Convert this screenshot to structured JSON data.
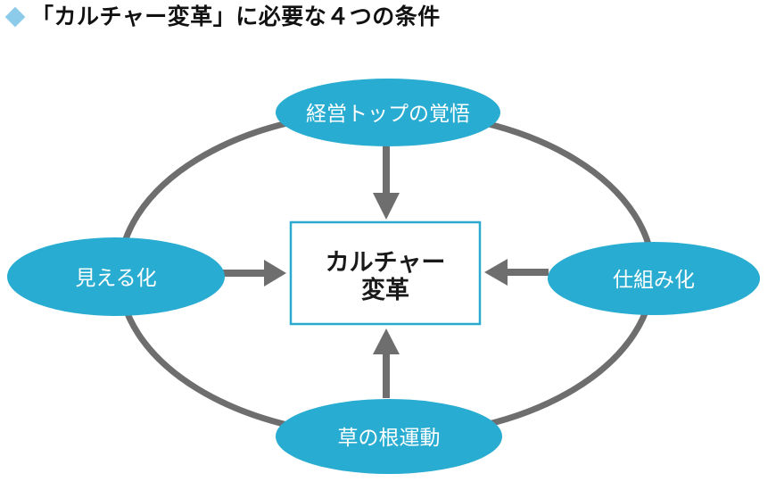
{
  "header": {
    "title": "「カルチャー変革」に必要な４つの条件",
    "bullet_icon": "diamond"
  },
  "diagram": {
    "center": {
      "line1": "カルチャー",
      "line2": "変革"
    },
    "nodes": {
      "top": {
        "label": "経営トップの覚悟"
      },
      "left": {
        "label": "見える化"
      },
      "right": {
        "label": "仕組み化"
      },
      "bottom": {
        "label": "草の根運動"
      }
    },
    "relations": "all four nodes point inward to center"
  },
  "colors": {
    "node_fill": "#29acd1",
    "node_text": "#ffffff",
    "ring_and_arrows": "#6e6e6e",
    "center_box_border": "#2ca9ce",
    "center_box_fill": "#ffffff",
    "title_text": "#111111",
    "title_diamond": "#8ccbe9",
    "background": "#ffffff"
  }
}
